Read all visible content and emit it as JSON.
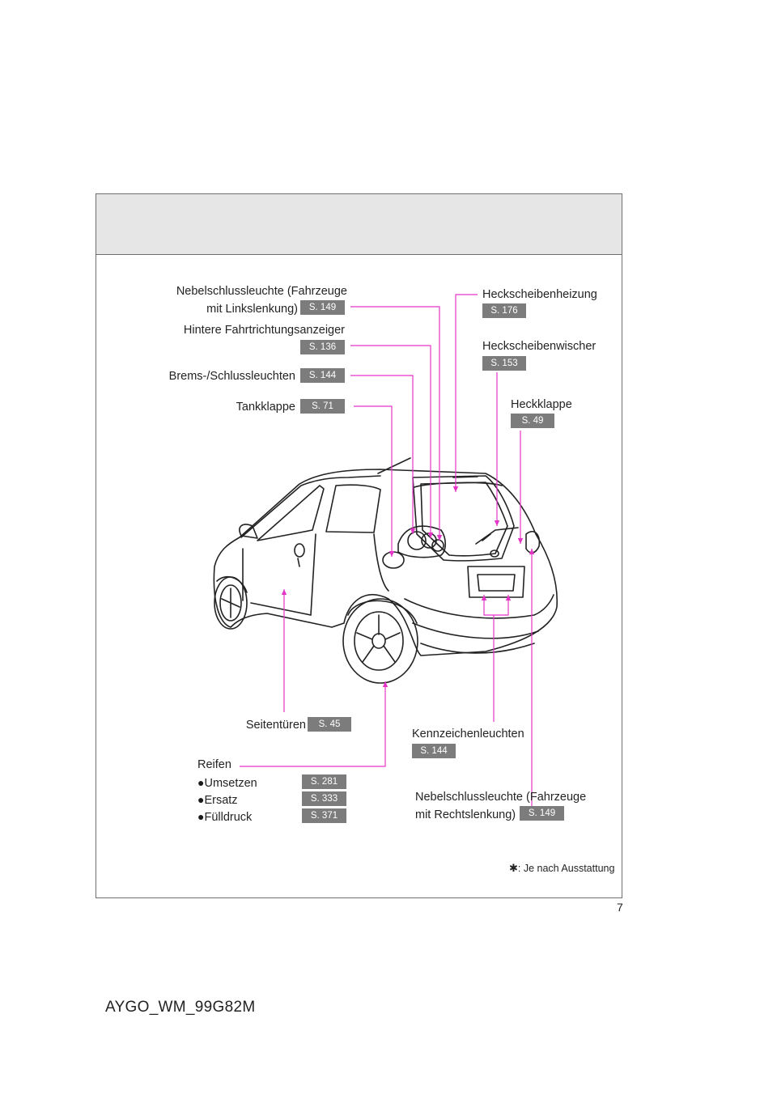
{
  "page_number": "7",
  "doc_code": "AYGO_WM_99G82M",
  "colors": {
    "leader_line": "#e535c9",
    "tag_bg": "#7c7c7c",
    "frame": "#6f6f6f",
    "header_band": "#e6e6e6"
  },
  "callouts": {
    "fog_left": {
      "line1": "Nebelschlussleuchte (Fahrzeuge",
      "line2": "mit Linkslenkung)",
      "ref": "S. 149"
    },
    "rear_indicator": {
      "label": "Hintere Fahrtrichtungsanzeiger",
      "ref": "S. 136"
    },
    "brake_tail": {
      "label": "Brems-/Schlussleuchten",
      "ref": "S. 144"
    },
    "fuel_flap": {
      "label": "Tankklappe",
      "ref": "S. 71"
    },
    "rear_defogger": {
      "label": "Heckscheibenheizung",
      "ref": "S. 176"
    },
    "rear_wiper": {
      "label": "Heckscheibenwischer",
      "ref": "S. 153"
    },
    "tailgate": {
      "label": "Heckklappe",
      "ref": "S. 49"
    },
    "side_doors": {
      "label": "Seitentüren",
      "ref": "S. 45"
    },
    "license_lights": {
      "label": "Kennzeichenleuchten",
      "ref": "S. 144"
    },
    "tires": {
      "label": "Reifen",
      "items": [
        {
          "label": "Umsetzen",
          "ref": "S. 281"
        },
        {
          "label": "Ersatz",
          "ref": "S. 333"
        },
        {
          "label": "Fülldruck",
          "ref": "S. 371"
        }
      ]
    },
    "fog_right": {
      "line1": "Nebelschlussleuchte (Fahrzeuge",
      "line2": "mit Rechtslenkung)",
      "ref": "S. 149"
    }
  },
  "footnote": {
    "symbol": "✱",
    "text": ": Je nach Ausstattung"
  }
}
